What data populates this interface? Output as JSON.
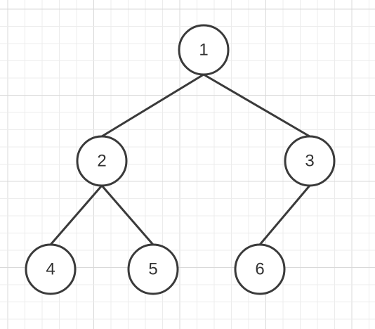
{
  "diagram": {
    "type": "binary-tree",
    "colors": {
      "background": "#ffffff",
      "grid_minor": "#ececec",
      "grid_major": "#d9d9d9",
      "node_fill": "#ffffff",
      "node_stroke": "#3a3a3a",
      "edge": "#3a3a3a",
      "label": "#333333"
    },
    "nodes": [
      {
        "id": "n1",
        "label": "1"
      },
      {
        "id": "n2",
        "label": "2"
      },
      {
        "id": "n3",
        "label": "3"
      },
      {
        "id": "n4",
        "label": "4"
      },
      {
        "id": "n5",
        "label": "5"
      },
      {
        "id": "n6",
        "label": "6"
      }
    ],
    "edges": [
      {
        "from": "n1",
        "to": "n2"
      },
      {
        "from": "n1",
        "to": "n3"
      },
      {
        "from": "n2",
        "to": "n4"
      },
      {
        "from": "n2",
        "to": "n5"
      },
      {
        "from": "n3",
        "to": "n6"
      }
    ]
  }
}
